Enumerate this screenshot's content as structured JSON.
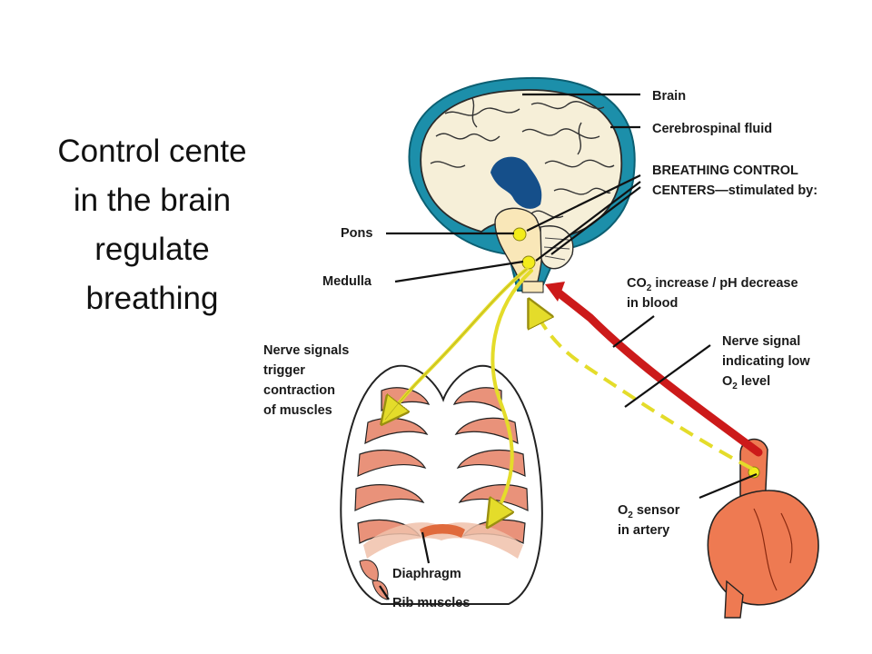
{
  "title": {
    "lines": [
      "Control cente",
      "in the brain",
      "regulate",
      "breathing"
    ]
  },
  "labels": {
    "brain": "Brain",
    "csf": "Cerebrospinal fluid",
    "bcc_line1": "BREATHING CONTROL",
    "bcc_line2": "CENTERS—stimulated by:",
    "pons": "Pons",
    "medulla": "Medulla",
    "co2_line1_a": "CO",
    "co2_line1_sub": "2",
    "co2_line1_b": " increase / pH decrease",
    "co2_line2": "in blood",
    "nerve_low_line1": "Nerve signal",
    "nerve_low_line2": "indicating low",
    "nerve_low_line3_a": "O",
    "nerve_low_line3_sub": "2",
    "nerve_low_line3_b": " level",
    "nerve_trig_line1": "Nerve signals",
    "nerve_trig_line2": "trigger",
    "nerve_trig_line3": "contraction",
    "nerve_trig_line4": "of muscles",
    "o2_line1_a": "O",
    "o2_line1_sub": "2",
    "o2_line1_b": " sensor",
    "o2_line2": "in artery",
    "diaphragm": "Diaphragm",
    "rib_muscles": "Rib muscles"
  },
  "colors": {
    "csf": "#1c8faa",
    "brain": "#f6efd8",
    "ventricle": "#154f8a",
    "brainstem": "#f9e7b8",
    "control_center": "#f3ec1a",
    "nerve": "#e4dc2a",
    "blood": "#cc1a1a",
    "muscle": "#e9927a",
    "heart": "#ee7a52"
  }
}
